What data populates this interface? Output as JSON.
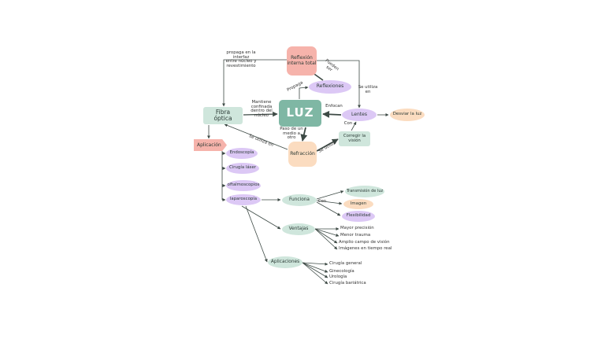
{
  "nodes": {
    "luz": "LUZ",
    "fibra": "Fibra\nóptica",
    "reflexion_interna": "Reflexión\ninterna total",
    "reflexiones": "Reflexiones",
    "lentes": "Lentes",
    "desviar": "Desviar la luz",
    "corregir": "Corregir la\nvisión",
    "refraccion": "Refracción",
    "aplicacion": "Aplicación",
    "endoscopia": "Endoscopía",
    "cirugia_laser": "Cirugía láser",
    "oftalmoscopios": "oftalmoscopios",
    "laparoscopia": "laparoscopía",
    "funciona": "Funciona",
    "transmision": "Transmisión de luz",
    "imagen": "Imagen",
    "flexibilidad": "Flexibilidad",
    "ventajas": "Ventajas",
    "aplicaciones": "Aplicaciones"
  },
  "labels": {
    "propaga_interfaz": "propaga en la\ninterfaz\nentre núcleo y\nrevestimiento",
    "pueden_ser": "Pueden\nser",
    "propaga": "Propaga",
    "se_utiliza_en": "Se utiliza\nen",
    "mantiene": "Mantiene\nconfinada\ndentro del\nnúcleo",
    "enfocan": "Enfocan",
    "con": "Con",
    "paso_medio": "Paso de un\nmedio a\notro",
    "se_utiliza_refr": "Se utiliza",
    "se_utiliza_en_fibra": "Se utiliza en",
    "con_funciona": "Con"
  },
  "ventajas_items": [
    "Mayor precisión",
    "Menor trauma",
    "Amplio campo de visión",
    "Imágenes en tiempo real"
  ],
  "aplicaciones_items": [
    "Cirugía general",
    "Ginecología",
    "Urología",
    "Cirugía bariátrica"
  ],
  "colors": {
    "purple": "#dcc8f5",
    "green": "#cfe6dc",
    "salmon": "#f6b3ab",
    "peach": "#fbdcc0",
    "teal": "#7fb7a4",
    "line": "#3d4a45"
  }
}
